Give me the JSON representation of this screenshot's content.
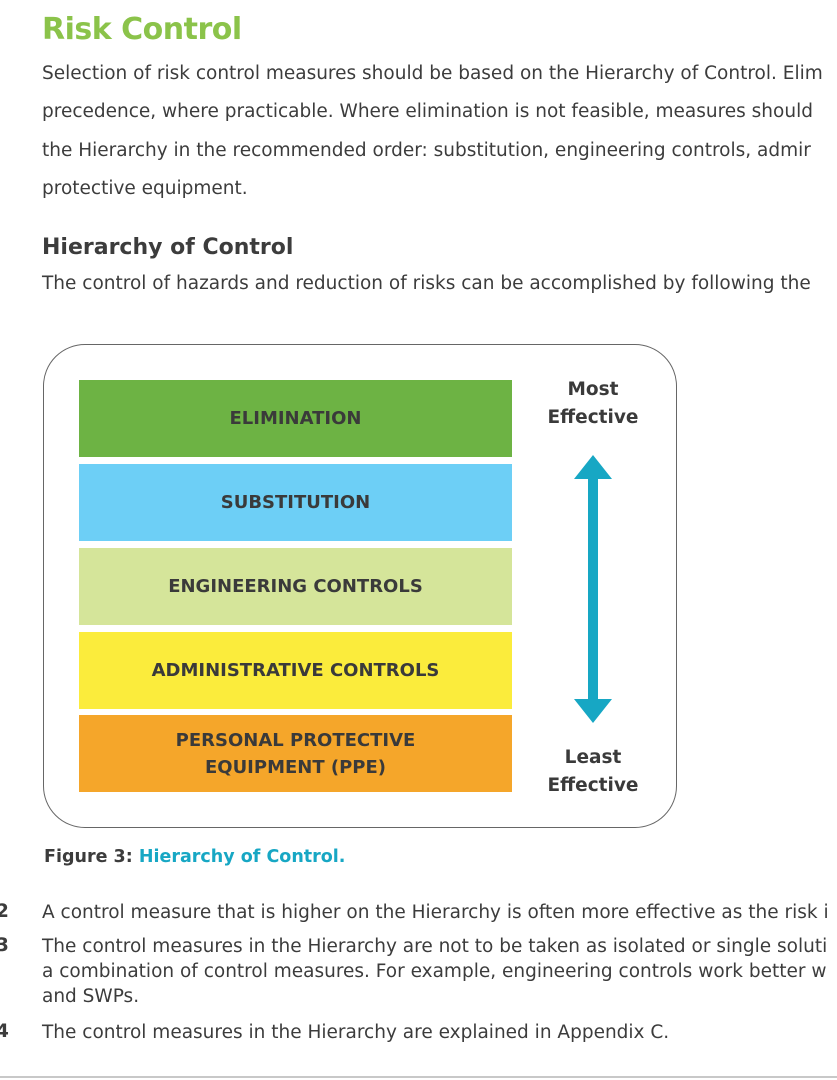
{
  "heading": "Risk Control",
  "intro_lines": [
    "Selection of risk control measures should be based on the Hierarchy of Control. Elim",
    "precedence, where practicable. Where elimination is not feasible, measures should",
    "the Hierarchy in the recommended order: substitution, engineering controls, admir",
    "protective equipment."
  ],
  "hierarchy_heading": "Hierarchy of Control",
  "hierarchy_intro": "The control of hazards and reduction of risks can be accomplished by following the",
  "figure": {
    "levels": [
      {
        "line1": "ELIMINATION",
        "line2": "",
        "color": "#6db344"
      },
      {
        "line1": "SUBSTITUTION",
        "line2": "",
        "color": "#6dcff6"
      },
      {
        "line1": "ENGINEERING CONTROLS",
        "line2": "",
        "color": "#d5e59a"
      },
      {
        "line1": "ADMINISTRATIVE CONTROLS",
        "line2": "",
        "color": "#fbec3c"
      },
      {
        "line1": "PERSONAL PROTECTIVE",
        "line2": "EQUIPMENT (PPE)",
        "color": "#f5a62a"
      }
    ],
    "most_effective": [
      "Most",
      "Effective"
    ],
    "least_effective": [
      "Least",
      "Effective"
    ],
    "arrow_color": "#17a7c4"
  },
  "caption": {
    "label": "Figure 3:",
    "title": "Hierarchy of Control."
  },
  "paragraphs": [
    {
      "num": "2",
      "lines": [
        "A control measure that is higher on the Hierarchy is often more effective as the risk i"
      ]
    },
    {
      "num": "3",
      "lines": [
        "The control measures in the Hierarchy are not to be taken as isolated or single soluti",
        "a combination of control measures. For example, engineering controls work better w",
        "and SWPs."
      ]
    },
    {
      "num": "4",
      "lines": [
        "The control measures in the Hierarchy are explained in Appendix C."
      ]
    }
  ]
}
